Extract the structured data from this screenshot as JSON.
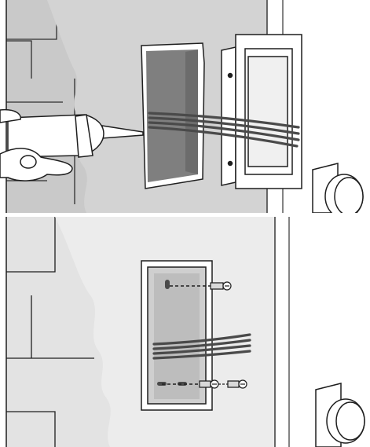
{
  "figure": {
    "panels": [
      {
        "step": "apply-sealant",
        "shows": [
          "recessed-opening",
          "cables",
          "mounting-frame",
          "caulk-gun",
          "hand",
          "door-handle"
        ]
      },
      {
        "step": "screw-mounting",
        "shows": [
          "frame-in-wall",
          "cables",
          "screws",
          "door-handle"
        ]
      }
    ],
    "colors": {
      "wall": "#c9c9c9",
      "wall-light": "#e6e6e6",
      "recess": "#8a8a8a",
      "outline": "#1e1e1e",
      "cable": "#4a4a4a",
      "background": "#ffffff"
    }
  }
}
